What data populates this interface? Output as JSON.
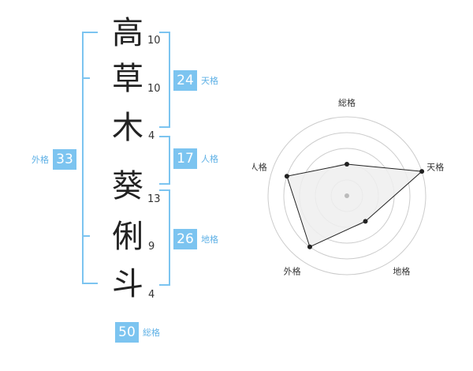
{
  "name": {
    "characters": [
      {
        "char": "高",
        "strokes": "10"
      },
      {
        "char": "草",
        "strokes": "10"
      },
      {
        "char": "木",
        "strokes": "4"
      },
      {
        "char": "葵",
        "strokes": "13"
      },
      {
        "char": "俐",
        "strokes": "9"
      },
      {
        "char": "斗",
        "strokes": "4"
      }
    ]
  },
  "fortunes": {
    "tenkaku": {
      "value": "24",
      "label": "天格"
    },
    "jinkaku": {
      "value": "17",
      "label": "人格"
    },
    "chikaku": {
      "value": "26",
      "label": "地格"
    },
    "gaikaku": {
      "value": "33",
      "label": "外格"
    },
    "soukaku": {
      "value": "50",
      "label": "総格"
    }
  },
  "chart_data": {
    "type": "radar",
    "axes": [
      "総格",
      "天格",
      "地格",
      "外格",
      "人格"
    ],
    "values": [
      2,
      5,
      2,
      4,
      4
    ],
    "max": 5,
    "rings": 5,
    "colors": {
      "fill": "#eeeeee",
      "line": "#222222",
      "grid": "#cccccc"
    }
  }
}
